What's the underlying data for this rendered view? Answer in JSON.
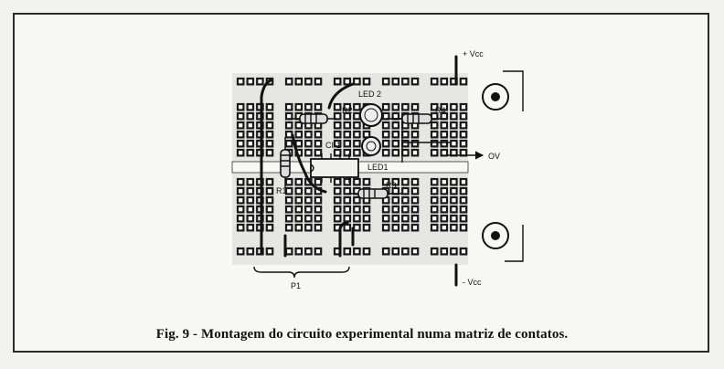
{
  "figure": {
    "caption": "Fig. 9 - Montagem do circuito experimental numa matriz de contatos.",
    "labels": {
      "plus_vcc": "+ Vcc",
      "minus_vcc": "- Vcc",
      "ov": "OV",
      "led1": "LED1",
      "led2": "LED 2",
      "r1": "R1",
      "r2": "R2",
      "r3": "R3",
      "r4": "R4",
      "ci1": "CI-1",
      "p1": "P1"
    }
  },
  "colors": {
    "ink": "#111111",
    "paper": "#f7f7f5",
    "board": "#e4e4e2"
  }
}
